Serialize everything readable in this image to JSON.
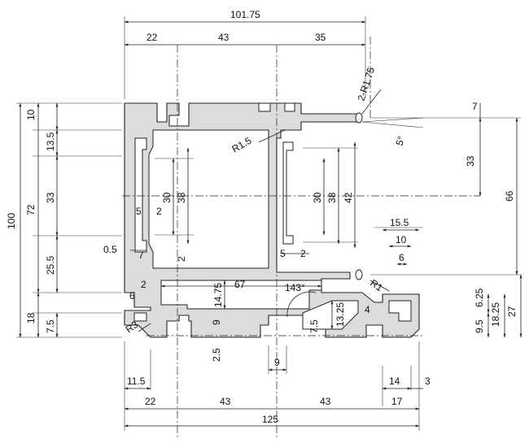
{
  "dimensions": {
    "top_overall": "101.75",
    "top_22": "22",
    "top_43": "43",
    "top_35": "35",
    "radius_top_right": "2-R1.75",
    "radius_center": "R1.5",
    "angle_5": "5°",
    "right_7": "7",
    "right_33": "33",
    "right_66": "66",
    "left_100": "100",
    "left_10": "10",
    "left_72": "72",
    "left_13_5": "13.5",
    "left_33": "33",
    "left_25_5": "25.5",
    "left_18": "18",
    "left_7_5": "7.5",
    "inner_30_left": "30",
    "inner_38_left": "38",
    "inner_30_right": "30",
    "inner_38_right": "38",
    "inner_42": "42",
    "small_5_left": "5",
    "small_2_left": "2",
    "small_0_5": "0.5",
    "small_7": "7",
    "small_2_mid": "2",
    "small_5_right": "5",
    "small_2_right": "2",
    "dim_2_left": "2",
    "dim_6_left": "6",
    "dim_14_75": "14.75",
    "dim_67": "67",
    "angle_143": "143°",
    "radius_r3": "R3",
    "radius_r1": "R1",
    "dim_9_mid": "9",
    "dim_13_25": "13.25",
    "dim_7_5_mid": "7.5",
    "dim_4": "4",
    "right_15_5": "15.5",
    "right_10": "10",
    "right_6": "6",
    "right_6_25": "6.25",
    "right_18_25": "18.25",
    "right_9_5": "9.5",
    "right_27": "27",
    "bottom_2_5": "2.5",
    "bottom_9": "9",
    "bottom_11_5": "11.5",
    "bottom_14": "14",
    "bottom_3": "3",
    "bottom_22": "22",
    "bottom_43_a": "43",
    "bottom_43_b": "43",
    "bottom_17": "17",
    "bottom_overall": "125"
  }
}
